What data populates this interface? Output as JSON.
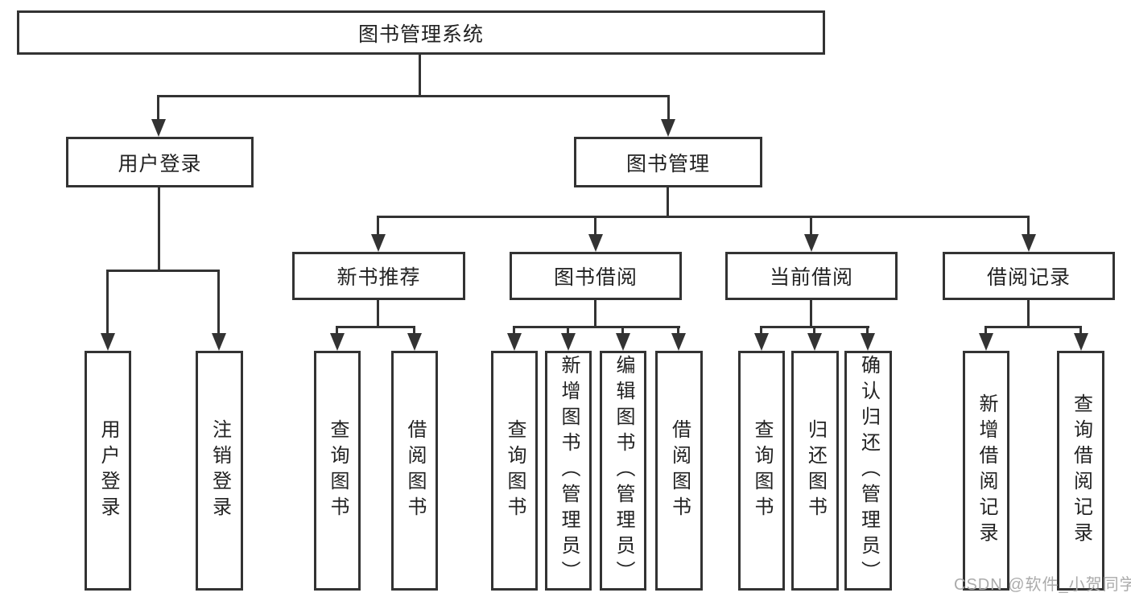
{
  "tree": {
    "label": "图书管理系统",
    "children": [
      {
        "label": "用户登录",
        "children": [
          {
            "label": "用户登录"
          },
          {
            "label": "注销登录"
          }
        ]
      },
      {
        "label": "图书管理",
        "children": [
          {
            "label": "新书推荐",
            "children": [
              {
                "label": "查询图书"
              },
              {
                "label": "借阅图书"
              }
            ]
          },
          {
            "label": "图书借阅",
            "children": [
              {
                "label": "查询图书"
              },
              {
                "label": "新增图书（管理员）"
              },
              {
                "label": "编辑图书（管理员）"
              },
              {
                "label": "借阅图书"
              }
            ]
          },
          {
            "label": "当前借阅",
            "children": [
              {
                "label": "查询图书"
              },
              {
                "label": "归还图书"
              },
              {
                "label": "确认归还（管理员）"
              }
            ]
          },
          {
            "label": "借阅记录",
            "children": [
              {
                "label": "新增借阅记录"
              },
              {
                "label": "查询借阅记录"
              }
            ]
          }
        ]
      }
    ]
  },
  "watermark": {
    "text": "CSDN @软件_小贺同学"
  },
  "colors": {
    "line": "#333333",
    "text": "#222222",
    "watermark": "#ababab",
    "background": "#ffffff"
  }
}
